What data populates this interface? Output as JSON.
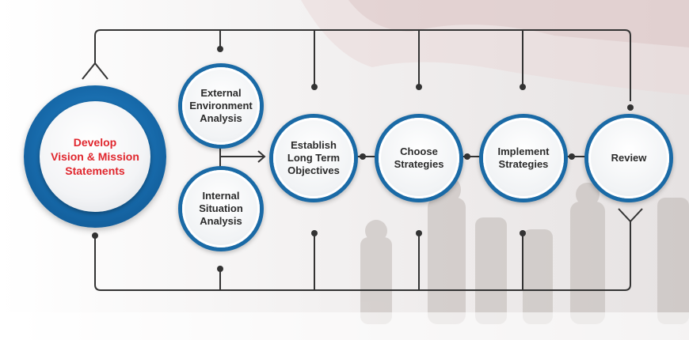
{
  "diagram": {
    "start": {
      "label": "Develop\nVision & Mission\nStatements"
    },
    "external": {
      "label": "External\nEnvironment\nAnalysis"
    },
    "internal": {
      "label": "Internal\nSituation\nAnalysis"
    },
    "objectives": {
      "label": "Establish\nLong Term\nObjectives"
    },
    "choose": {
      "label": "Choose\nStrategies"
    },
    "implement": {
      "label": "Implement\nStrategies"
    },
    "review": {
      "label": "Review"
    }
  },
  "colors": {
    "ring": "#1a6aa6",
    "start_text": "#e0262d",
    "text": "#2b2b2b",
    "line": "#333333"
  }
}
